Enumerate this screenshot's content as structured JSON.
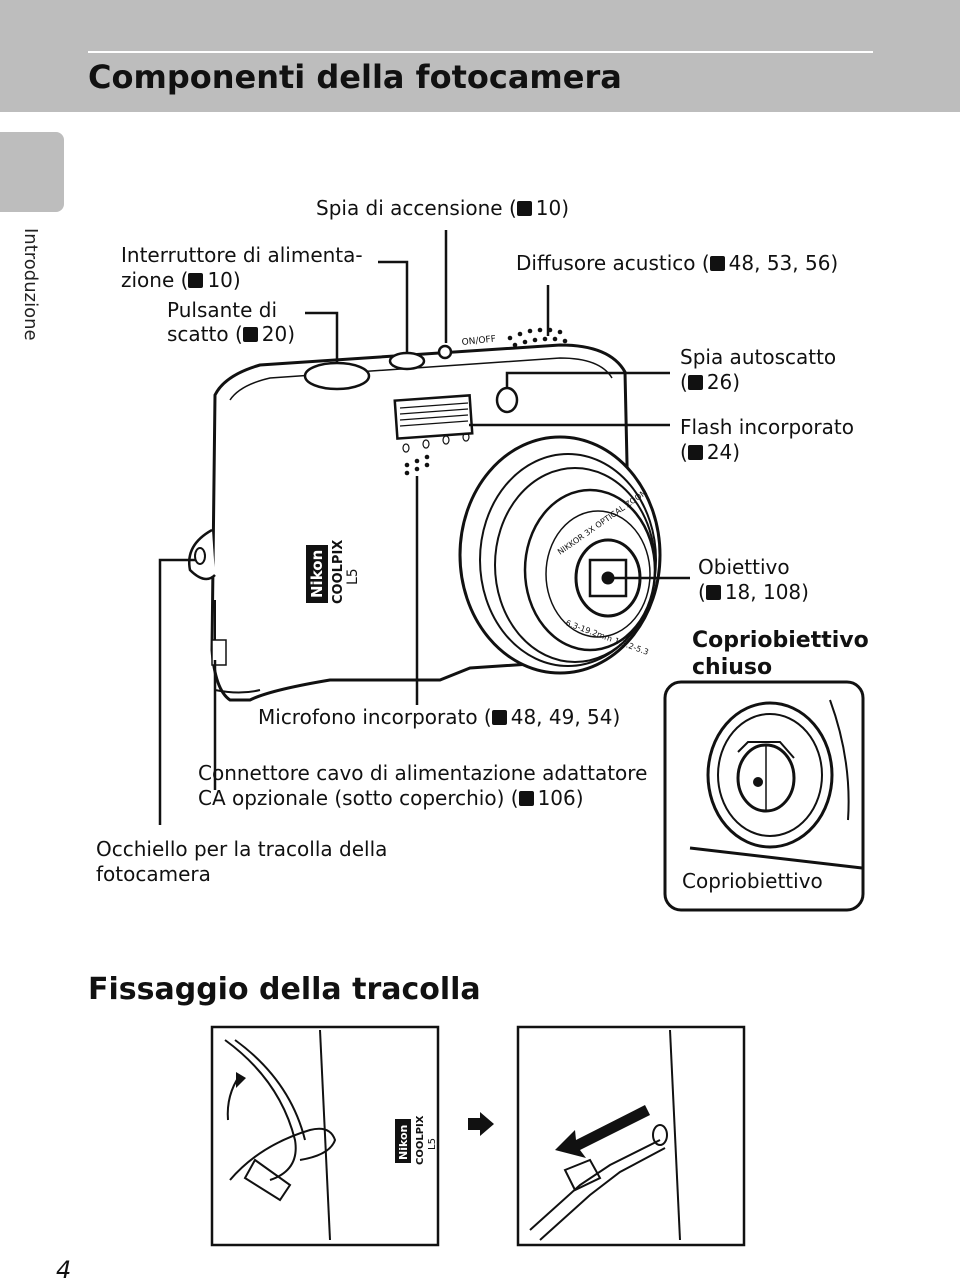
{
  "page": {
    "title": "Componenti della fotocamera",
    "number": "4"
  },
  "side_tab": {
    "label": "Introduzione"
  },
  "ref_icon": "book-reference-icon",
  "labels": {
    "spia_accensione": "Spia di accensione (",
    "spia_accensione_ref": "10)",
    "interruttore_l1": "Interruttore di alimenta-",
    "interruttore_l2": "zione (",
    "interruttore_ref": "10)",
    "pulsante_l1": "Pulsante di",
    "pulsante_l2": "scatto (",
    "pulsante_ref": "20)",
    "diffusore": "Diffusore acustico (",
    "diffusore_ref": "48, 53, 56)",
    "autoscatto_l1": "Spia autoscatto",
    "autoscatto_ref": "26)",
    "flash_l1": "Flash incorporato",
    "flash_ref": "24)",
    "obiettivo_l1": "Obiettivo",
    "obiettivo_ref": "18, 108)",
    "copriobiettivo_chiuso_l1": "Copriobiettivo",
    "copriobiettivo_chiuso_l2": "chiuso",
    "microfono": "Microfono incorporato (",
    "microfono_ref": "48, 49, 54)",
    "connettore_l1": "Connettore cavo di alimentazione adattatore",
    "connettore_l2": "CA opzionale (sotto coperchio) (",
    "connettore_ref": "106)",
    "occhiello_l1": "Occhiello per la tracolla della",
    "occhiello_l2": "fotocamera",
    "copriobiettivo": "Copriobiettivo",
    "open_paren": "("
  },
  "camera": {
    "brand": "Nikon",
    "model_line": "COOLPIX",
    "model": "L5",
    "power_switch": "ON/OFF",
    "lens_ring_top": "NIKKOR  3X OPTICAL ZOOM",
    "lens_ring_bottom": "6.3-19.2mm  1:3.2-5.3"
  },
  "section": {
    "title": "Fissaggio della tracolla"
  },
  "strap_steps": {
    "arrow_icon": "arrow-right-icon"
  }
}
